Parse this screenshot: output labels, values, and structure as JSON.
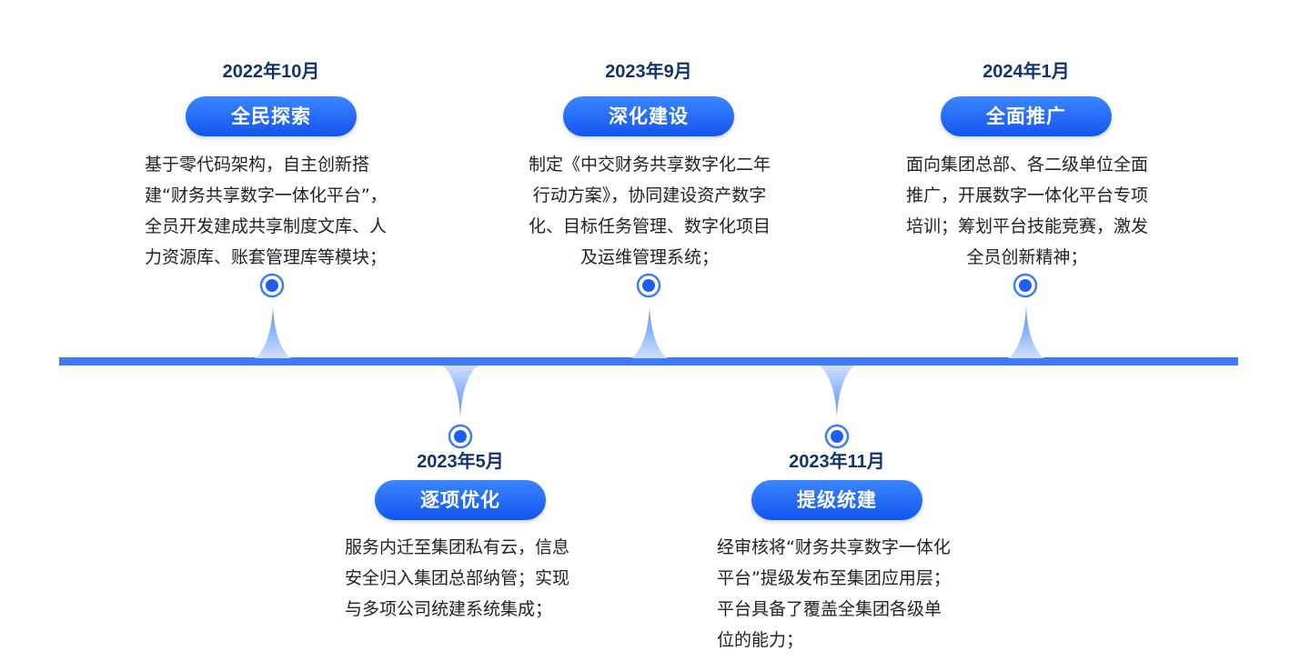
{
  "milestones": [
    {
      "date": "2022年10月",
      "title": "全民探索",
      "desc": "基于零代码架构，自主创新搭建“财务共享数字一体化平台”，全员开发建成共享制度文库、人力资源库、账套管理库等模块；"
    },
    {
      "date": "2023年5月",
      "title": "逐项优化",
      "desc": "服务内迁至集团私有云，信息安全归入集团总部纳管；实现与多项公司统建系统集成；"
    },
    {
      "date": "2023年9月",
      "title": "深化建设",
      "desc": "制定《中交财务共享数字化二年行动方案》，协同建设资产数字化、目标任务管理、数字化项目及运维管理系统；"
    },
    {
      "date": "2023年11月",
      "title": "提级统建",
      "desc": "经审核将“财务共享数字一体化平台”提级发布至集团应用层；平台具备了覆盖全集团各级单位的能力；"
    },
    {
      "date": "2024年1月",
      "title": "全面推广",
      "desc": "面向集团总部、各二级单位全面推广，开展数字一体化平台专项培训；筹划平台技能竞赛，激发全员创新精神；"
    }
  ],
  "colors": {
    "axis": "#3d7cf9",
    "pill_top": "#3a86ff",
    "pill_bottom": "#1454ef",
    "date_text": "#12336b",
    "body_text": "#222222"
  }
}
